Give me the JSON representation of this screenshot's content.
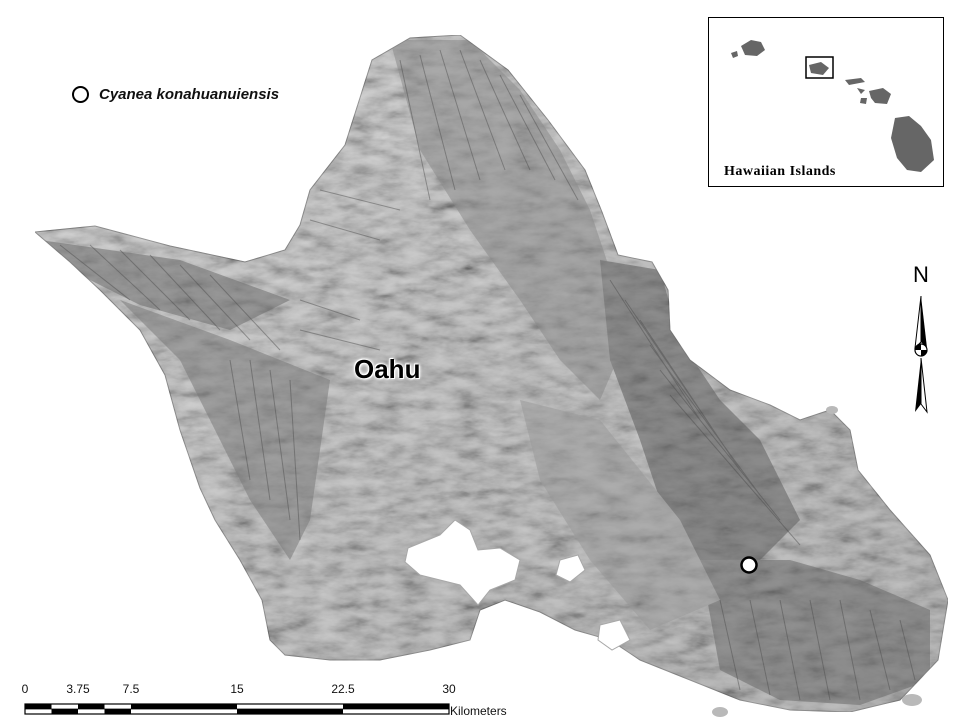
{
  "legend": {
    "species": "Cyanea konahuanuiensis"
  },
  "island_label": "Oahu",
  "inset": {
    "label": "Hawaiian  Islands"
  },
  "north_arrow": {
    "letter": "N"
  },
  "scale_bar": {
    "ticks": [
      "0",
      "3.75",
      "7.5",
      "15",
      "22.5",
      "30"
    ],
    "unit": "Kilometers"
  },
  "colors": {
    "land": "#c9c9c9",
    "ridge_shadow": "#5a5a5a",
    "water": "#ffffff",
    "inset_land": "#666666"
  },
  "icons": {
    "legend_symbol": "open-circle-marker",
    "north_arrow": "north-arrow-icon"
  }
}
